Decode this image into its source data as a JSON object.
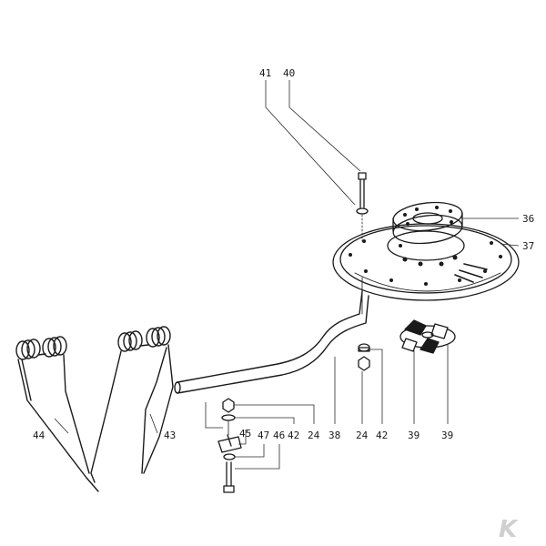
{
  "diagram": {
    "part_labels": [
      {
        "id": "p41",
        "text": "41"
      },
      {
        "id": "p40",
        "text": "40"
      },
      {
        "id": "p36",
        "text": "36"
      },
      {
        "id": "p37",
        "text": "37"
      },
      {
        "id": "p44",
        "text": "44"
      },
      {
        "id": "p43",
        "text": "43"
      },
      {
        "id": "p45",
        "text": "45"
      },
      {
        "id": "p47",
        "text": "47"
      },
      {
        "id": "p46",
        "text": "46"
      },
      {
        "id": "p42a",
        "text": "42"
      },
      {
        "id": "p24a",
        "text": "24"
      },
      {
        "id": "p38",
        "text": "38"
      },
      {
        "id": "p24b",
        "text": "24"
      },
      {
        "id": "p42b",
        "text": "42"
      },
      {
        "id": "p39a",
        "text": "39"
      },
      {
        "id": "p39b",
        "text": "39"
      }
    ]
  },
  "logo": {
    "text": "K",
    "color": "#d0d0d0"
  },
  "colors": {
    "ink": "#1a1a1a",
    "background": "#ffffff"
  }
}
